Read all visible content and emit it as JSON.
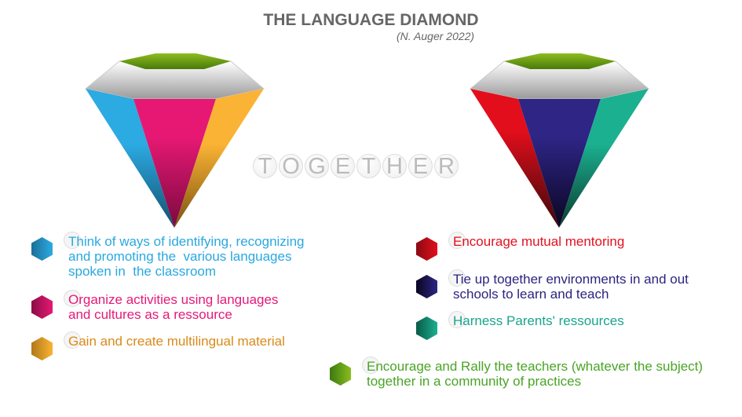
{
  "title": "THE LANGUAGE DIAMOND",
  "subtitle": "(N. Auger 2022)",
  "together": [
    "T",
    "O",
    "G",
    "E",
    "T",
    "H",
    "E",
    "R"
  ],
  "left_items": [
    {
      "text": "Think of ways of identifying, recognizing\nand promoting the  various languages\nspoken in  the classroom",
      "color": "#29a8e0"
    },
    {
      "text": "Organize activities using languages\nand cultures as a ressource",
      "color": "#e5197a"
    },
    {
      "text": "Gain and create multilingual material",
      "color": "#d98a1a"
    }
  ],
  "right_items": [
    {
      "text": "Encourage mutual mentoring",
      "color": "#e3101f"
    },
    {
      "text": "Tie up together environments in and out\nschools to learn and teach",
      "color": "#2c2380"
    },
    {
      "text": "Harness Parents' ressources",
      "color": "#19a58a"
    }
  ],
  "bottom_item": {
    "text": "Encourage and Rally the teachers (whatever the subject)\ntogether in a community of practices",
    "color": "#4aa526"
  }
}
